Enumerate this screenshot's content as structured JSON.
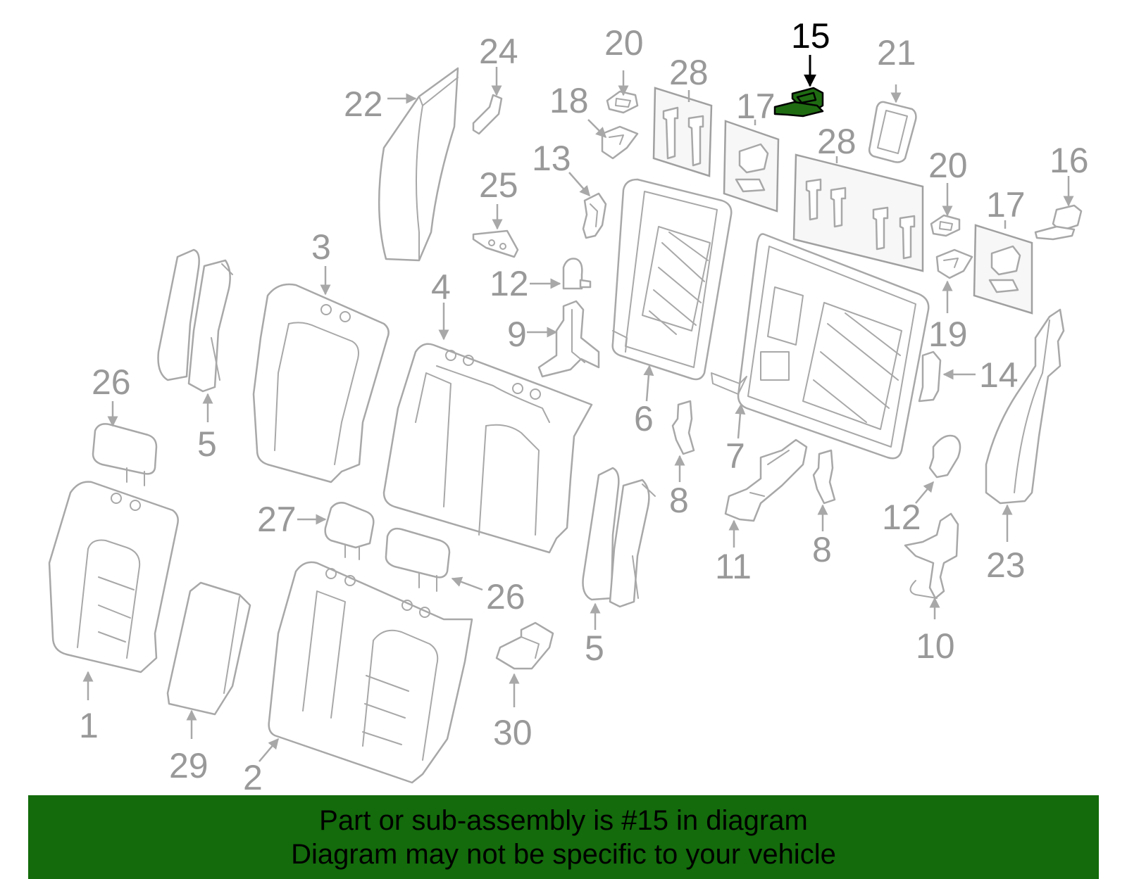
{
  "callouts": {
    "c1": "1",
    "c2": "2",
    "c3": "3",
    "c4": "4",
    "c5a": "5",
    "c5b": "5",
    "c6": "6",
    "c7": "7",
    "c8a": "8",
    "c8b": "8",
    "c9": "9",
    "c10": "10",
    "c11": "11",
    "c12a": "12",
    "c12b": "12",
    "c13": "13",
    "c14": "14",
    "c15": "15",
    "c16": "16",
    "c17a": "17",
    "c17b": "17",
    "c18": "18",
    "c19": "19",
    "c20a": "20",
    "c20b": "20",
    "c21": "21",
    "c22": "22",
    "c23": "23",
    "c24": "24",
    "c25": "25",
    "c26a": "26",
    "c26b": "26",
    "c27": "27",
    "c28a": "28",
    "c28b": "28",
    "c29": "29",
    "c30": "30"
  },
  "highlight": {
    "part_number": "15",
    "fill_color": "#1f6b12",
    "label_color": "#000000"
  },
  "banner": {
    "line1": "Part or sub-assembly is #15 in diagram",
    "line2": "Diagram may not be specific to your vehicle",
    "background": "#136b0b"
  }
}
